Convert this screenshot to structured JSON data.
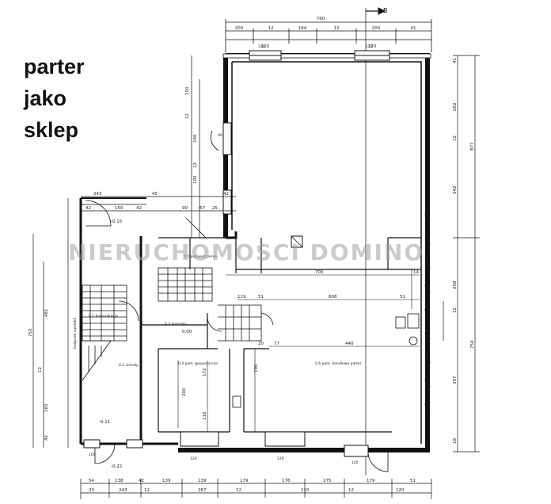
{
  "heading": {
    "lines": [
      "parter",
      "jako",
      "sklep"
    ]
  },
  "watermark": "NIERUCHOMOSCI DOMINO",
  "section_mark": "B",
  "dimensions": {
    "top_total": "760",
    "top_row": [
      "200",
      "12",
      "164",
      "12",
      "200",
      "41"
    ],
    "top_small": [
      "120",
      "120"
    ],
    "left_upper": [
      "200",
      "12",
      "180",
      "12",
      "100"
    ],
    "left_lower": [
      "481",
      "750",
      "12",
      "160",
      "42"
    ],
    "stair_labels": [
      "243",
      "42",
      "150",
      "42",
      "45",
      "90",
      "67",
      "25",
      "42"
    ],
    "right_upper": [
      "41",
      "262",
      "12",
      "877",
      "342"
    ],
    "right_lower": [
      "208",
      "12",
      "754",
      "397",
      "18"
    ],
    "bottom_row1": [
      "54",
      "138",
      "42",
      "139",
      "139",
      "179",
      "176",
      "175",
      "179",
      "51"
    ],
    "bottom_row2": [
      "20",
      "243",
      "12",
      "267",
      "12",
      "210",
      "12",
      "120"
    ],
    "interior": [
      "700",
      "14",
      "608",
      "51",
      "119",
      "51",
      "440",
      "20",
      "77",
      "200",
      "172",
      "190",
      "116"
    ]
  },
  "room_labels": [
    "budynek sąsiedni",
    "0.1 komunikacja",
    "0.2 schody",
    "0.3 łazienka",
    "0.4 pom. gospodarcze",
    "0.5 pomieszczenie",
    "0.6 pom. handlowe parter"
  ],
  "levels": [
    "-0.15",
    "0.00",
    "-0.11",
    "-0.22"
  ],
  "window_tags": [
    "120",
    "120",
    "90",
    "120",
    "120",
    "120",
    "100"
  ]
}
